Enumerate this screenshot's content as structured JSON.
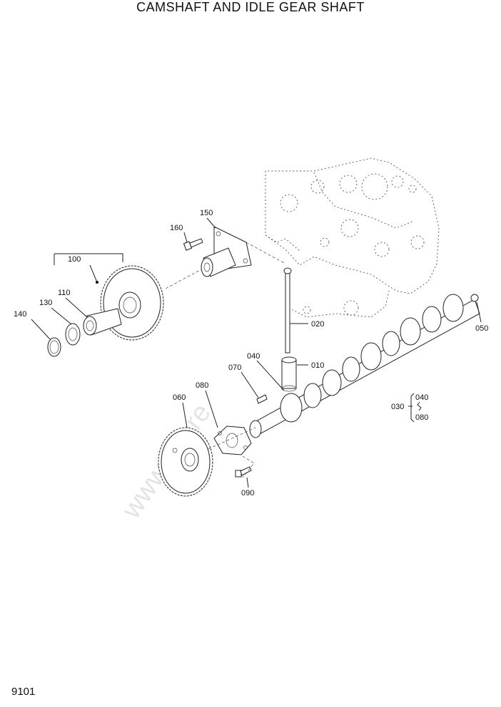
{
  "title": "CAMSHAFT AND IDLE GEAR SHAFT",
  "page_number": "9101",
  "watermark": "www.spare",
  "callouts": {
    "c010": "010",
    "c020": "020",
    "c030": "030",
    "c040": "040",
    "c040b": "040",
    "c050": "050",
    "c060": "060",
    "c070": "070",
    "c080": "080",
    "c080b": "080",
    "c090": "090",
    "c100": "100",
    "c110": "110",
    "c130": "130",
    "c140": "140",
    "c150": "150",
    "c160": "160"
  }
}
